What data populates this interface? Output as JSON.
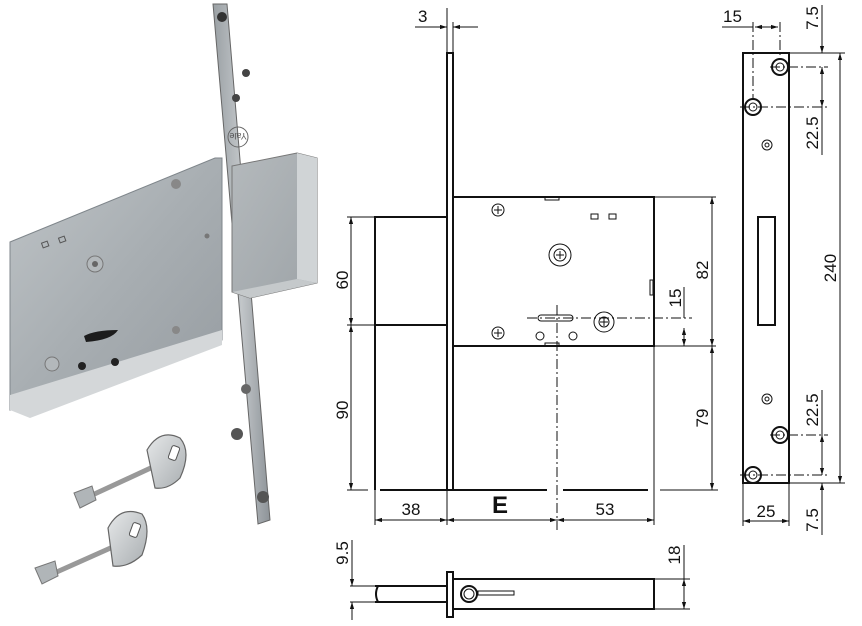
{
  "product": {
    "brand_mark": "Yale",
    "description": "Mortise deadbolt lock with faceplate and two double-bit keys"
  },
  "colors": {
    "metal_light": "#c9cdd0",
    "metal_mid": "#a9afb3",
    "metal_dark": "#7f868b",
    "line": "#111111",
    "background": "#ffffff"
  },
  "front_view": {
    "faceplate_thickness": "3",
    "bolt_height": "60",
    "lower_height": "90",
    "bolt_throw": "38",
    "backset_label": "E",
    "rear_distance": "53",
    "case_height": "82",
    "key_offset": "15",
    "lower_case_height": "79"
  },
  "faceplate_view": {
    "hole_offset_x": "15",
    "top_margin": "7.5",
    "hole_spacing_top": "22.5",
    "total_length": "240",
    "hole_spacing_bottom": "22.5",
    "bottom_margin": "7.5",
    "width": "25"
  },
  "top_view": {
    "bolt_thickness": "9.5",
    "case_thickness": "18"
  }
}
